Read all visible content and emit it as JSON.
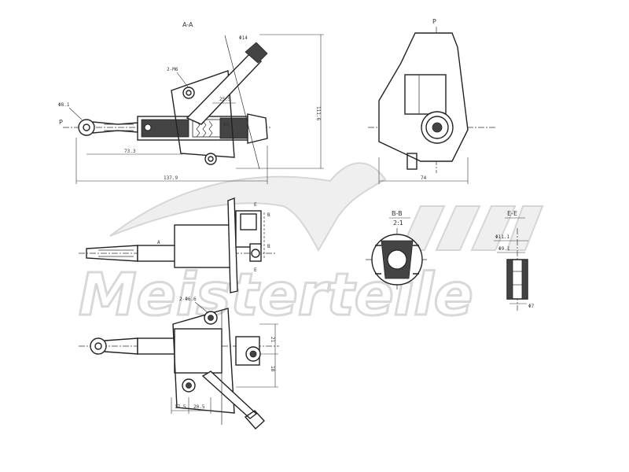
{
  "views": {
    "section_aa": {
      "title": "A-A",
      "thread": "2-M6",
      "dia_left": "Φ8.1",
      "dim_horizontal_small": "25.5",
      "dim_horizontal_mid": "73.3",
      "dim_horizontal_total": "137.9",
      "dim_vertical": "111.6",
      "dia_top": "Φ14",
      "inner_label": "Φ6"
    },
    "port_label_left": "P",
    "side_view": {
      "port_label": "P",
      "dim_bottom": "74"
    },
    "plan_view": {
      "cut_letter": "E",
      "cut_letter_2": "E",
      "cut_b": "B",
      "cut_b2": "B",
      "cut_a": "A"
    },
    "lower_view": {
      "holes": "2-Φ6.6",
      "dim_right_top": "21",
      "dim_right_bottom": "18",
      "dim_bottom_left": "17.5",
      "dim_bottom_right": "20.5"
    },
    "section_bb": {
      "title": "B-B",
      "scale": "2:1"
    },
    "section_ee": {
      "title": "E-E",
      "dia_top": "Φ11.1",
      "dia_mid": "Φ9.1",
      "dia_bottom": "Φ7"
    }
  },
  "watermark": {
    "brand": "Meisterteile"
  },
  "colors": {
    "line": "#222222",
    "watermark": "#d8d8d8",
    "background": "#ffffff"
  }
}
